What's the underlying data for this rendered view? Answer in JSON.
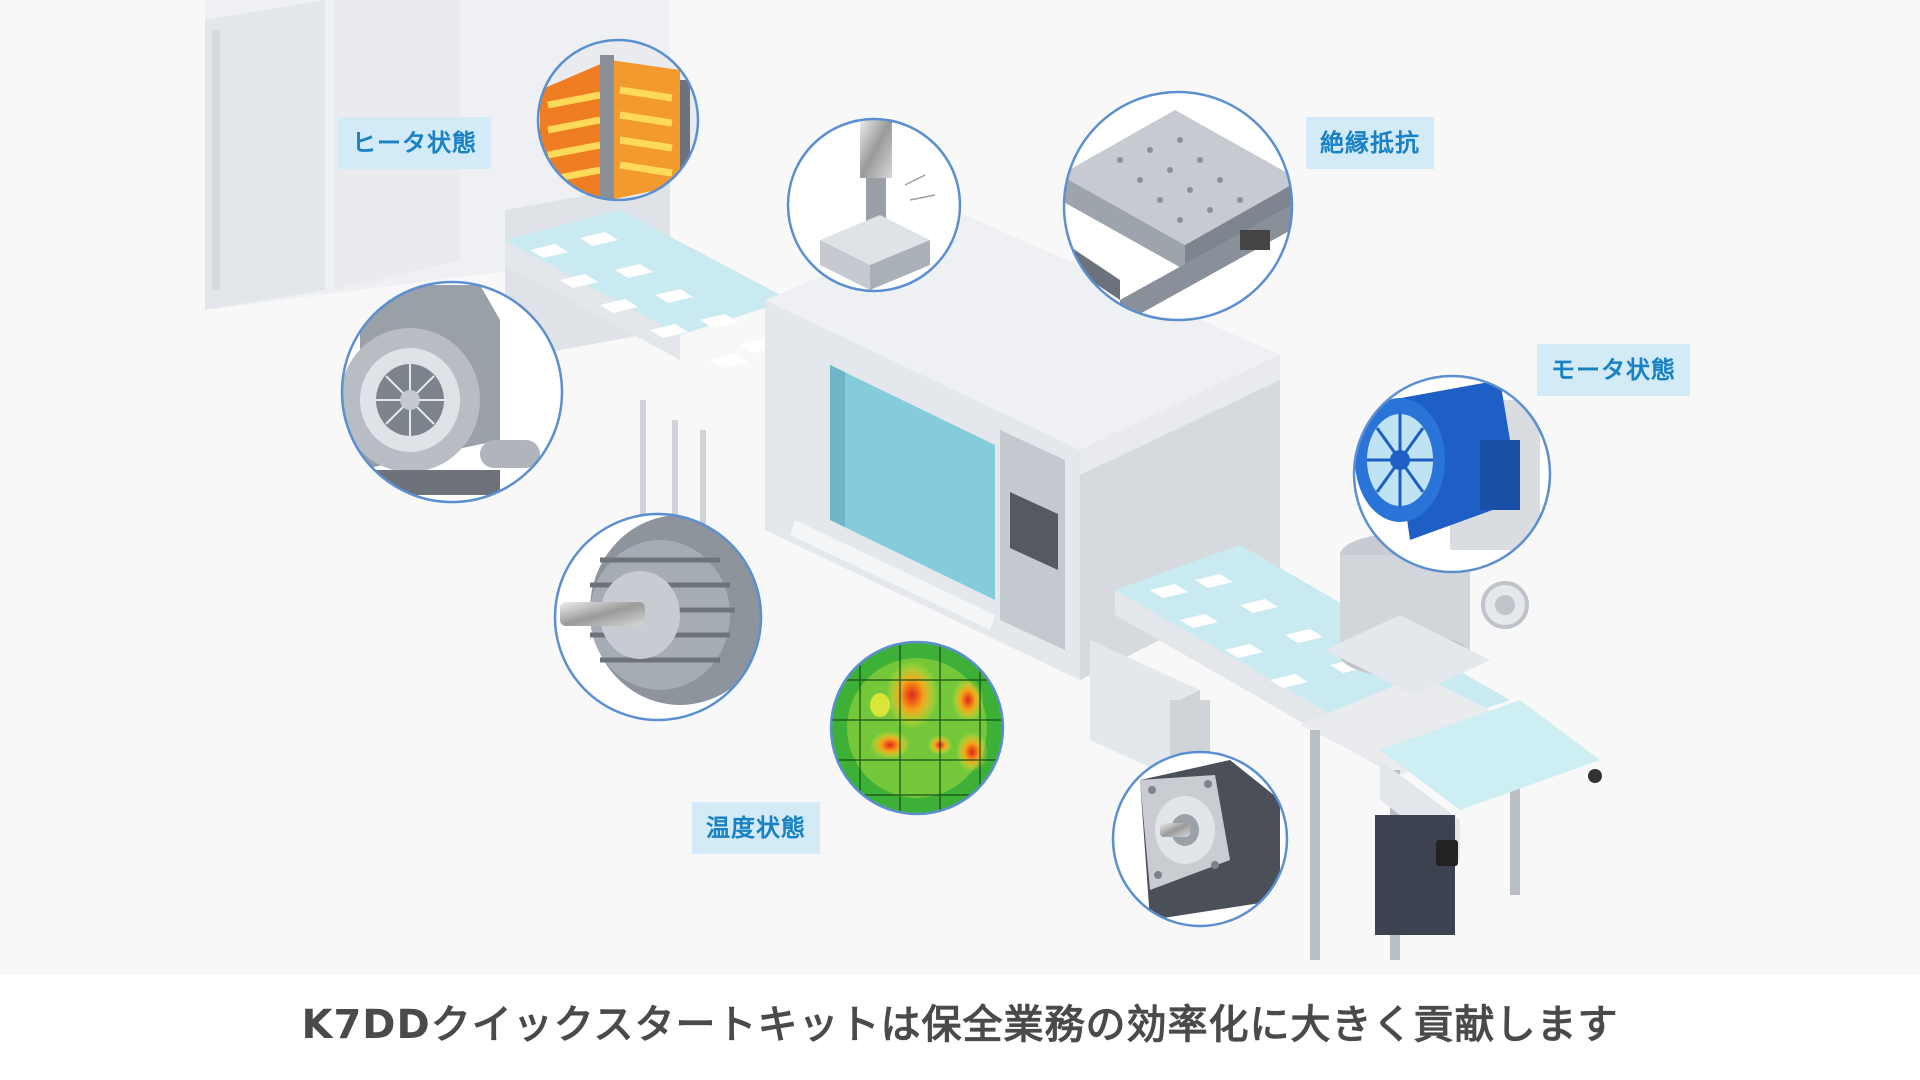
{
  "labels": {
    "heater": "ヒータ状態",
    "insulation": "絶縁抵抗",
    "motor": "モータ状態",
    "temperature": "温度状態"
  },
  "caption": "K7DDクイックスタートキットは保全業務の効率化に大きく貢献します",
  "colors": {
    "background": "#f8f8f8",
    "label_bg": "#d3ebf7",
    "label_text": "#1a82c4",
    "callout_ring": "#5b8fd0",
    "caption_text": "#4a4a4a",
    "motor_blue": "#1d5fc4",
    "screen": "#84ccdc"
  },
  "icons": [
    "heater-icon",
    "drill-icon",
    "insulation-rail-icon",
    "motor-blue-icon",
    "blower-fan-icon",
    "motor-fins-icon",
    "thermal-map-icon",
    "servo-motor-icon"
  ]
}
